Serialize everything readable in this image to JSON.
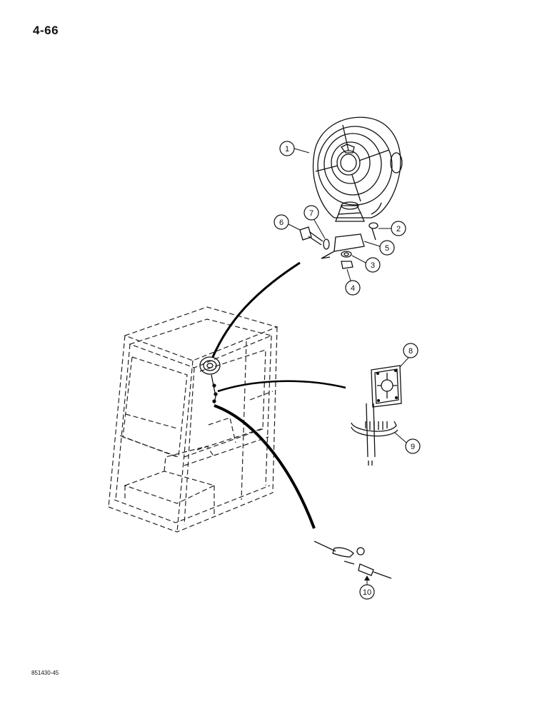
{
  "page": {
    "number": "4-66",
    "figure_code": "851430-45"
  },
  "callouts": [
    "1",
    "2",
    "3",
    "4",
    "5",
    "6",
    "7",
    "8",
    "9",
    "10"
  ]
}
